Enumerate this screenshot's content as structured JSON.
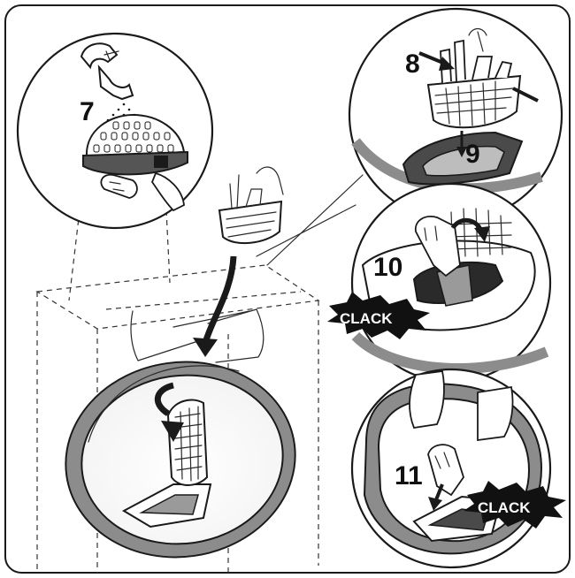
{
  "figure": {
    "step_labels": {
      "s7": "7",
      "s8": "8",
      "s9": "9",
      "s10": "10",
      "s11": "11"
    },
    "sound_labels": {
      "clack_a": "CLACK",
      "clack_b": "CLACK"
    },
    "colors": {
      "line": "#1a1a1a",
      "shade_dark": "#8c8c8c",
      "shade_light": "#c9c9c9",
      "burst": "#111111",
      "background": "#ffffff"
    },
    "icons": [
      "faucet-icon",
      "filter-basket-icon",
      "hand-icon",
      "arrow-icon",
      "clack-burst-icon"
    ]
  }
}
